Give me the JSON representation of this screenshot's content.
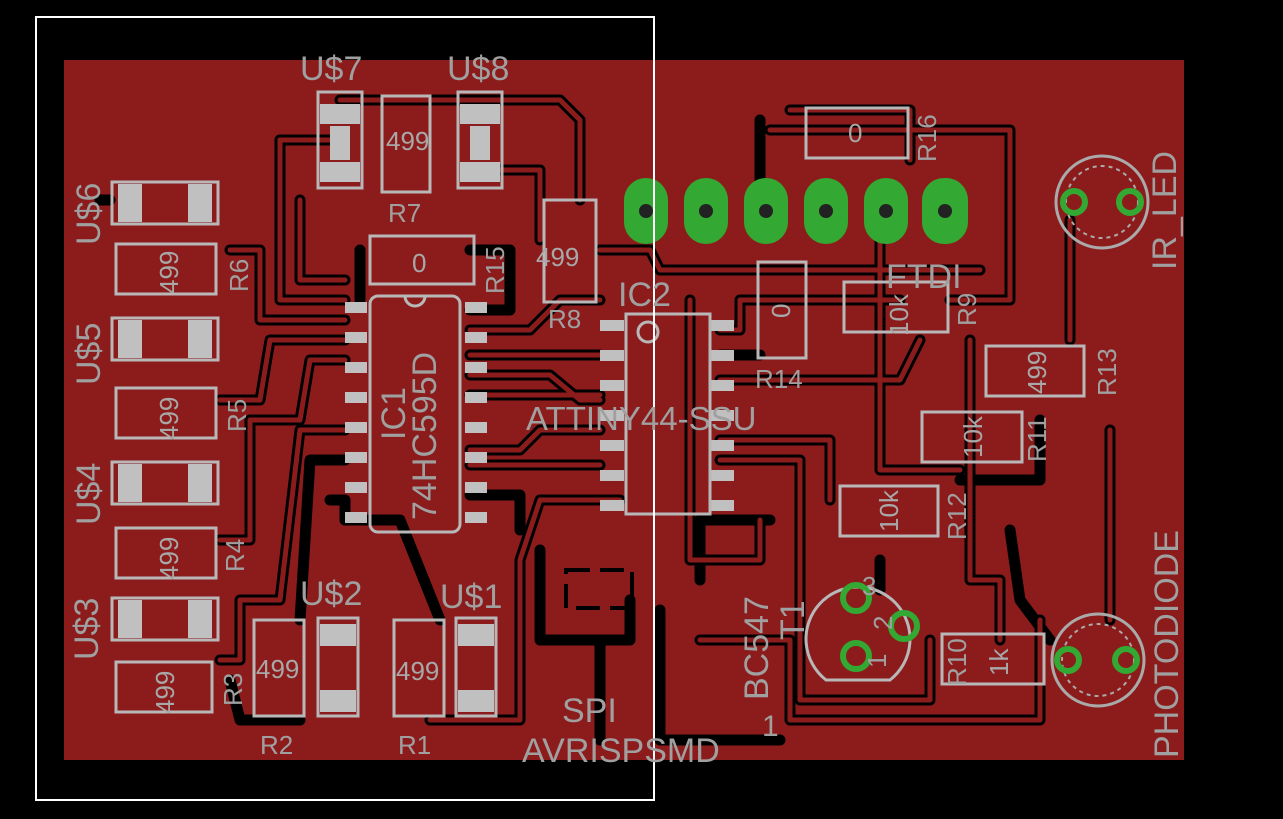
{
  "colors": {
    "board": "#8c1c1c",
    "background": "#000000",
    "silk": "#b0b0b0",
    "copper_pad": "#33a833",
    "frame": "#ffffff"
  },
  "labels": {
    "u7": "U$7",
    "u8": "U$8",
    "u6": "U$6",
    "u5": "U$5",
    "u4": "U$4",
    "u3": "U$3",
    "u2": "U$2",
    "u1": "U$1",
    "r1": "R1",
    "r2": "R2",
    "r3": "R3",
    "r4": "R4",
    "r5": "R5",
    "r6": "R6",
    "r7": "R7",
    "r8": "R8",
    "r9": "R9",
    "r10": "R10",
    "r11": "R11",
    "r12": "R12",
    "r13": "R13",
    "r14": "R14",
    "r15": "R15",
    "r16": "R16",
    "ic1": "IC1",
    "ic1_part": "74HC595D",
    "ic2": "IC2",
    "ic2_part": "ATTINY44-SSU",
    "ftdi": "FTDI",
    "spi": "SPI",
    "avrisp": "AVRISPSMD",
    "t1": "T1",
    "bc547": "BC547",
    "ir_led": "IR_LED",
    "photodiode": "PHOTODIODE",
    "pin1": "1",
    "pin2": "2",
    "pin3": "3",
    "pin_e": "1"
  },
  "values": {
    "r1": "499",
    "r2": "499",
    "r3": "499",
    "r4": "499",
    "r5": "499",
    "r6": "499",
    "r7": "499",
    "r8": "499",
    "r9": "10k",
    "r10": "1k",
    "r11": "10k",
    "r12": "10k",
    "r13": "499",
    "r14": "0",
    "r15": "0",
    "r16": "0"
  }
}
